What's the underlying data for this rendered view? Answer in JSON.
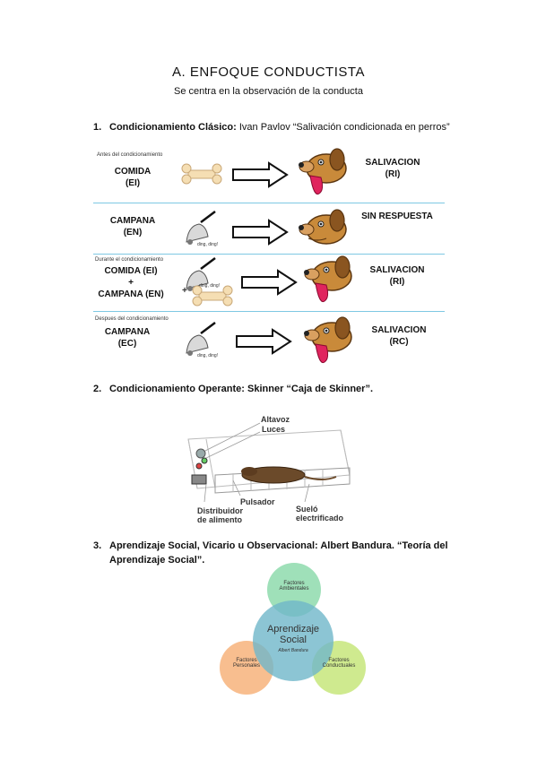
{
  "header": {
    "title": "A. ENFOQUE CONDUCTISTA",
    "subtitle": "Se centra en la observación de la conducta"
  },
  "section1": {
    "num": "1.",
    "title_bold": "Condicionamiento Clásico:",
    "title_rest": " Ivan Pavlov “Salivación condicionada en perros”",
    "rows": [
      {
        "caption": "Antes del condicionamiento",
        "label_line1": "COMIDA",
        "label_line2": "(EI)",
        "response_line1": "SALIVACION",
        "response_line2": "(RI)"
      },
      {
        "caption": "",
        "label_line1": "CAMPANA",
        "label_line2": "(EN)",
        "response_line1": "SIN RESPUESTA",
        "response_line2": ""
      },
      {
        "caption": "Durante el condicionamiento",
        "label_line1": "COMIDA (EI)",
        "label_line2": "+",
        "label_line3": "CAMPANA (EN)",
        "response_line1": "SALIVACION",
        "response_line2": "(RI)"
      },
      {
        "caption": "Despues del condicionamiento",
        "label_line1": "CAMPANA",
        "label_line2": "(EC)",
        "response_line1": "SALIVACION",
        "response_line2": "(RC)"
      }
    ],
    "bell_sound": "ding, ding!"
  },
  "section2": {
    "num": "2.",
    "title": "Condicionamiento Operante: Skinner “Caja de Skinner”.",
    "labels": {
      "speaker": "Altavoz",
      "lights": "Luces",
      "lever": "Pulsador",
      "dispenser_line1": "Distribuidor",
      "dispenser_line2": "de alimento",
      "floor_line1": "Sueló",
      "floor_line2": "electrificado"
    }
  },
  "section3": {
    "num": "3.",
    "title_line1": "Aprendizaje Social, Vicario u Observacional: Albert Bandura. “Teoría del",
    "title_line2": "Aprendizaje Social”.",
    "venn": {
      "center_line1": "Aprendizaje",
      "center_line2": "Social",
      "center_sub": "Albert Bandura",
      "top_line1": "Factores",
      "top_line2": "Ambientales",
      "left_line1": "Factores",
      "left_line2": "Personales",
      "right_line1": "Factores",
      "right_line2": "Conductuales"
    },
    "colors": {
      "center": "#6fb7c9",
      "top": "#7fd6a2",
      "left": "#f6a86a",
      "right": "#bfe36a"
    }
  }
}
